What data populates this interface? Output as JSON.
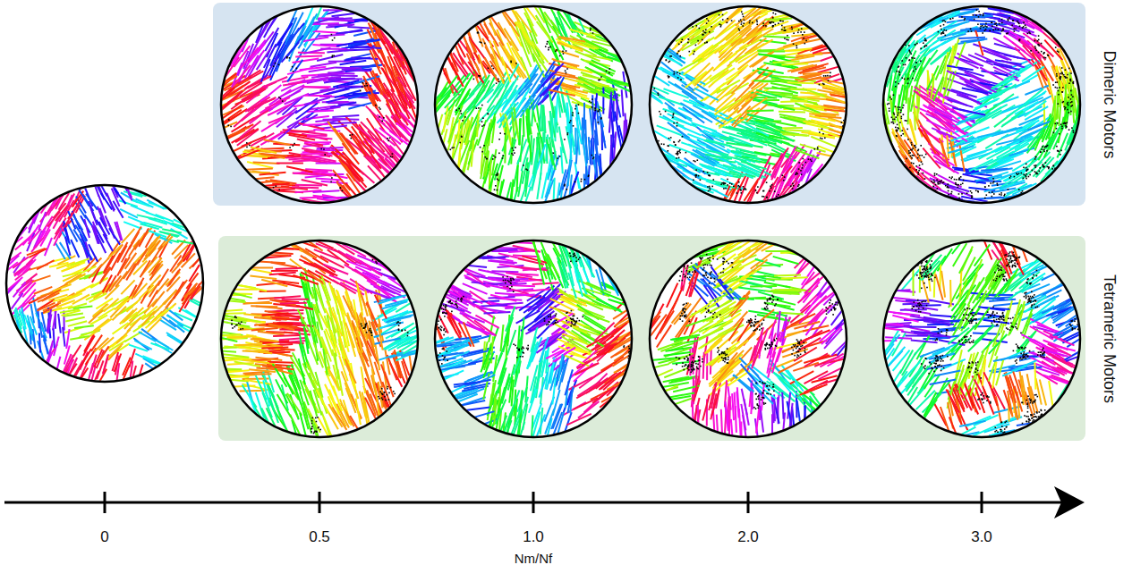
{
  "diagram": {
    "labels": [
      "Dimeric Motors",
      "Tetrameric Motors",
      "0",
      "0.5",
      "1.0",
      "2.0",
      "3.0",
      "Nm/Nf"
    ]
  }
}
